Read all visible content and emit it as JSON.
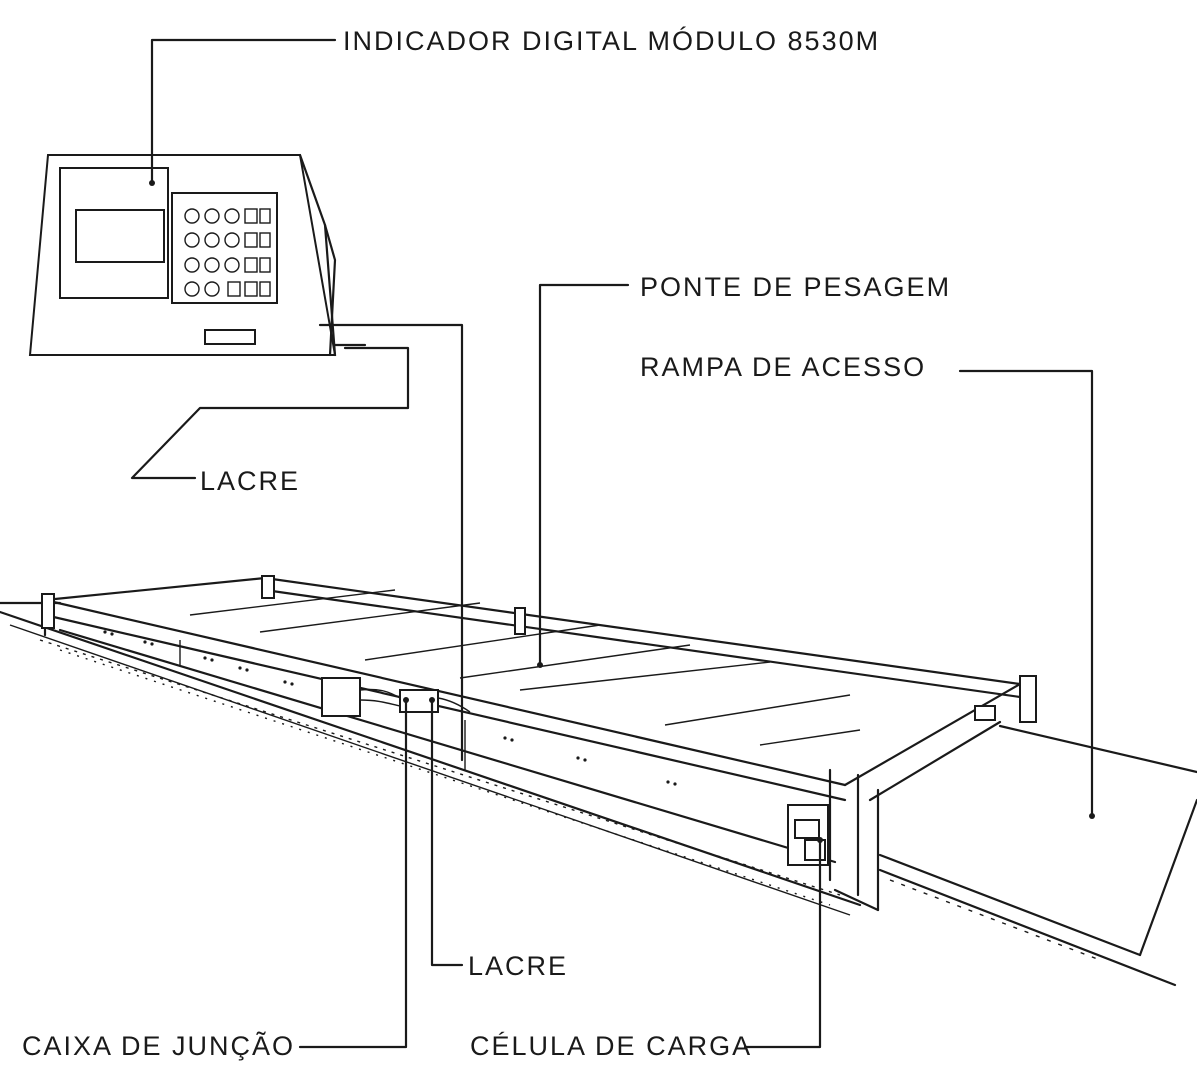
{
  "labels": {
    "indicador": "INDICADOR DIGITAL MÓDULO 8530M",
    "ponte": "PONTE DE PESAGEM",
    "rampa": "RAMPA DE ACESSO",
    "lacre_top": "LACRE",
    "lacre_bottom": "LACRE",
    "caixa": "CAIXA DE JUNÇÃO",
    "celula": "CÉLULA DE CARGA"
  }
}
